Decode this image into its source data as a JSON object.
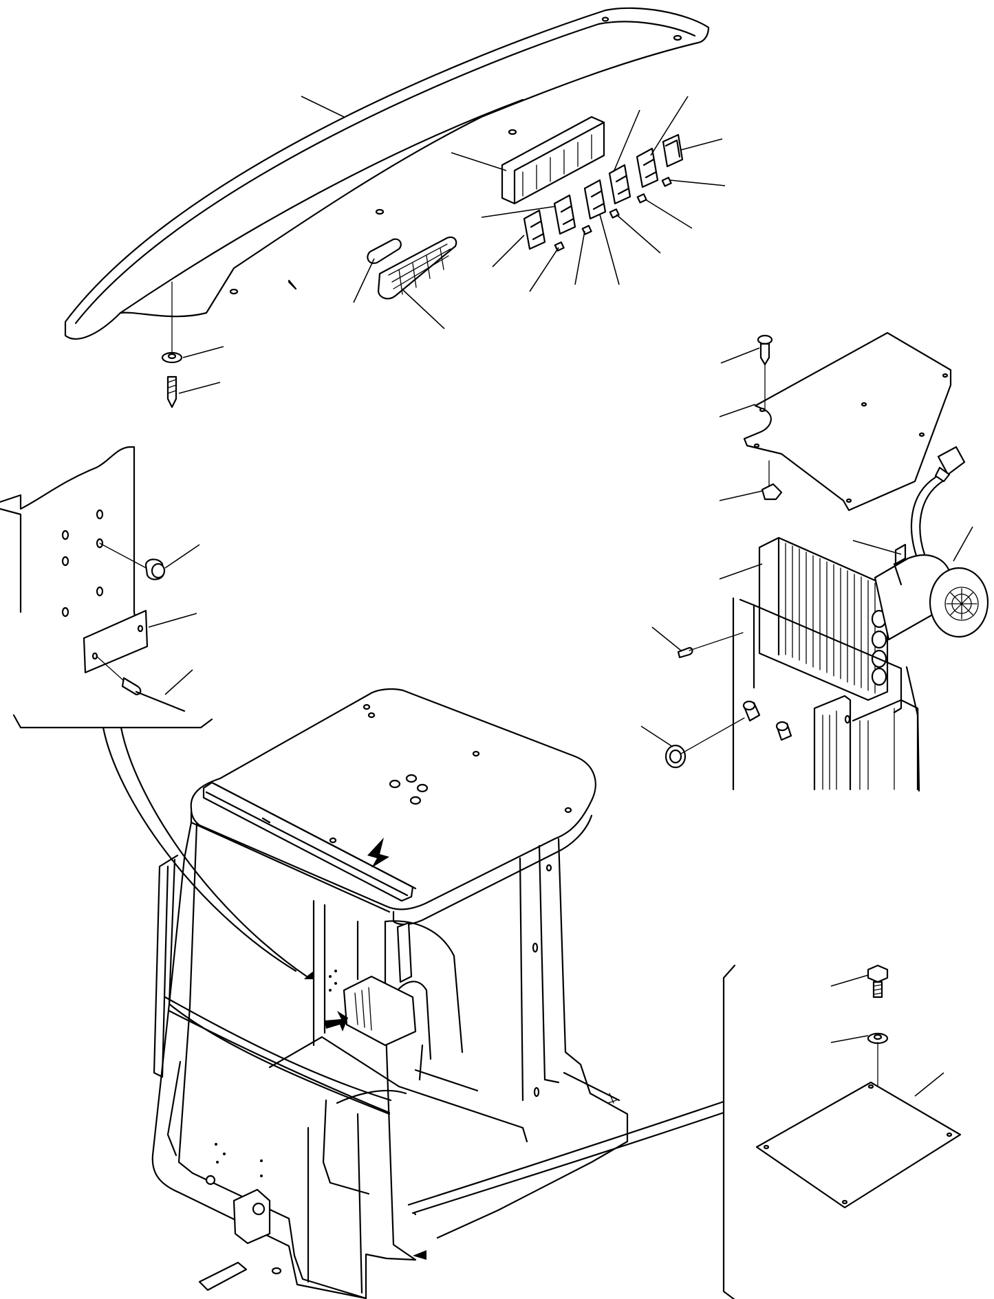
{
  "diagram": {
    "groups": [
      "overhead-console-assembly",
      "mounting-plate-detail",
      "heater-unit-assembly",
      "cover-plate-detail",
      "operator-cab"
    ]
  }
}
